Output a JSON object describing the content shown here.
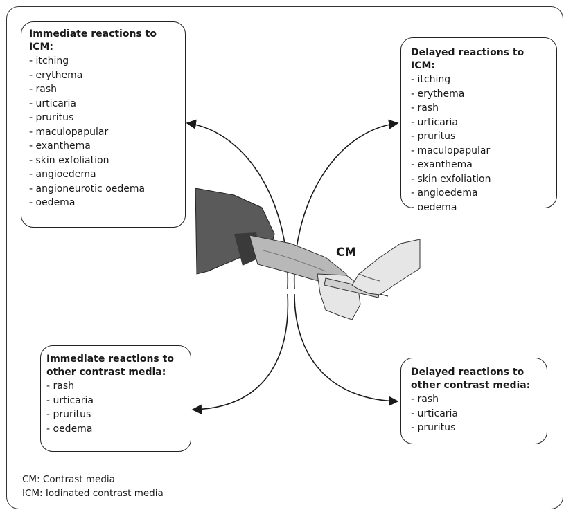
{
  "boxes": {
    "immediate_icm": {
      "title": "Immediate reactions to ICM:",
      "items": [
        "- itching",
        "- erythema",
        "- rash",
        "- urticaria",
        "- pruritus",
        "- maculopapular",
        "- exanthema",
        "- skin exfoliation",
        "- angioedema",
        "- angioneurotic oedema",
        "- oedema"
      ]
    },
    "delayed_icm": {
      "title": "Delayed reactions to ICM:",
      "items": [
        "- itching",
        "- erythema",
        "- rash",
        "- urticaria",
        "- pruritus",
        "- maculopapular",
        "- exanthema",
        "- skin exfoliation",
        "- angioedema",
        "- oedema"
      ]
    },
    "immediate_other": {
      "title_line1": "Immediate reactions to",
      "title_line2": "other contrast media:",
      "items": [
        "- rash",
        "- urticaria",
        "- pruritus",
        "- oedema"
      ]
    },
    "delayed_other": {
      "title_line1": "Delayed reactions to",
      "title_line2": "other contrast media:",
      "items": [
        "- rash",
        "- urticaria",
        "- pruritus"
      ]
    }
  },
  "center_label": "CM",
  "footnotes": [
    "CM: Contrast media",
    "ICM: Iodinated contrast media"
  ],
  "colors": {
    "line": "#1a1a1a",
    "sleeve": "#5a5a5a",
    "arm": "#b8b8b8",
    "glove": "#e6e6e6"
  },
  "illustration": "arm-injection-illustration"
}
